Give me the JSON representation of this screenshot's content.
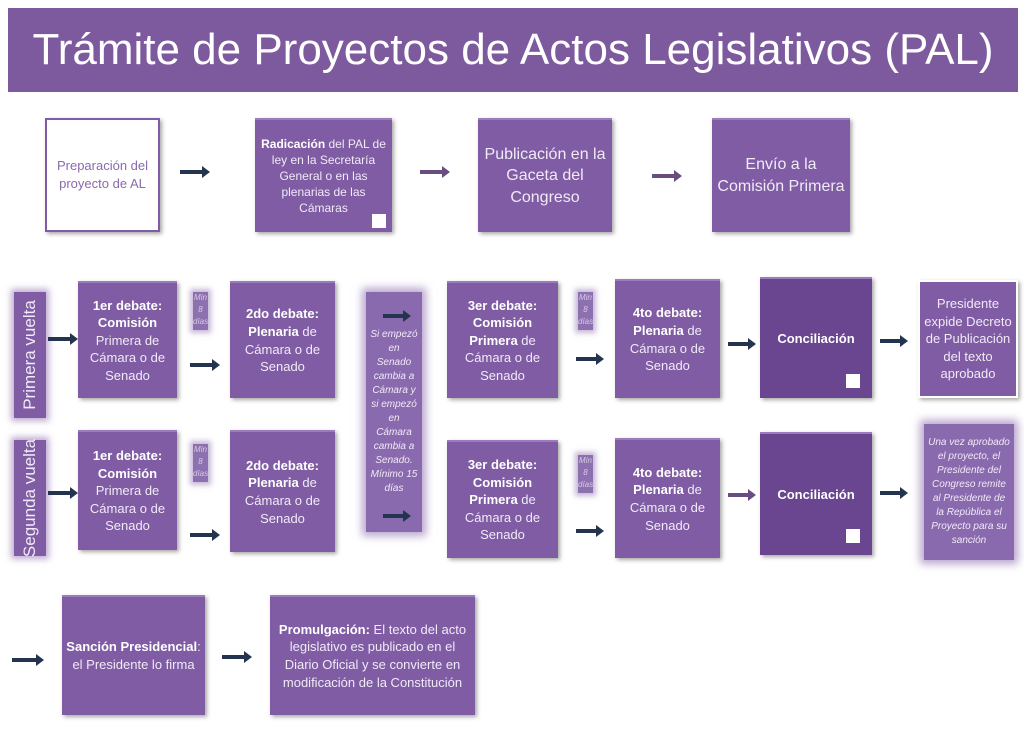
{
  "title": "Trámite de Proyectos de Actos Legislativos (PAL)",
  "row1": {
    "prep": "Preparación del proyecto de AL",
    "radicacion_bold": "Radicación",
    "radicacion_rest": " del PAL de ley en la Secretaría General o en las plenarias de las Cámaras",
    "publicacion": "Publicación en la Gaceta del Congreso",
    "envio": "Envío a la Comisión Primera"
  },
  "labels": {
    "primera": "Primera  vuelta",
    "segunda": "Segunda vuelta"
  },
  "min": {
    "l1": "Min",
    "l2": "8",
    "l3": "días"
  },
  "debates": {
    "d1_bold": "1er debate: Comisión",
    "d1_rest": " Primera de Cámara o de Senado",
    "d2_bold": "2do debate: Plenaria",
    "d2_rest": " de Cámara o de Senado",
    "d3_bold": "3er debate: Comisión Primera",
    "d3_rest": " de Cámara o de Senado",
    "d4_bold": "4to debate: Plenaria",
    "d4_rest": " de Cámara o de Senado",
    "conciliacion": "Conciliación"
  },
  "cambio": "Si empezó en Senado cambia a Cámara y si empezó en Cámara cambia a Senado. Mínimo 15 días",
  "presidente_expide": "Presidente expide Decreto de Publicación del texto aprobado",
  "una_vez": "Una vez aprobado el proyecto, el Presidente del Congreso remite al Presidente de la República el Proyecto para su sanción",
  "sancion_bold": "Sanción Presidencial",
  "sancion_rest": ": el Presidente lo firma",
  "promulgacion_bold": "Promulgación:",
  "promulgacion_rest": " El texto del acto legislativo es publicado en el Diario Oficial y se convierte en modificación de la Constitución",
  "colors": {
    "purple": "#7f5ca3",
    "dark_purple": "#6a4590",
    "arrow": "#24344f"
  }
}
